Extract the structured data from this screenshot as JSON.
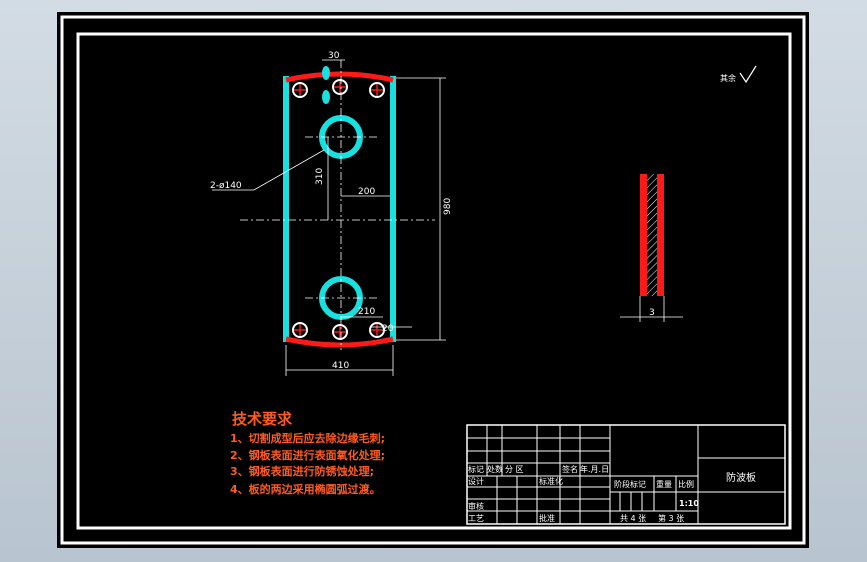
{
  "drawing": {
    "dimensions": {
      "top_offset": "30",
      "hole_callout": "2-ø140",
      "vertical_310": "310",
      "horizontal_200": "200",
      "height_980": "980",
      "hole_spacing_210": "210",
      "bottom_offset": "20",
      "width_410": "410",
      "thickness": "3"
    },
    "roughness_label": "其余"
  },
  "technical_requirements": {
    "title": "技术要求",
    "items": [
      "1、切割成型后应去除边缘毛刺;",
      "2、钢板表面进行表面氧化处理;",
      "3、钢板表面进行防锈蚀处理;",
      "4、板的两边采用椭圆弧过渡。"
    ]
  },
  "title_block": {
    "row_labels": {
      "mark": "标记",
      "count": "处数",
      "zone": "分 区",
      "sign": "签名",
      "date": "年.月.日",
      "design": "设计",
      "standard": "标准化",
      "review": "审核",
      "process": "工艺",
      "approve": "批准"
    },
    "stage_label": "阶段标记",
    "weight_label": "重量",
    "scale_label": "比例",
    "scale_value": "1:10",
    "sheet_total": "共 4 张",
    "sheet_no": "第 3 张",
    "drawing_name": "防波板"
  },
  "colors": {
    "cyan": "#19e0e0",
    "red": "#ff1a1a",
    "orange": "#ff5a1f",
    "white": "#ffffff"
  }
}
